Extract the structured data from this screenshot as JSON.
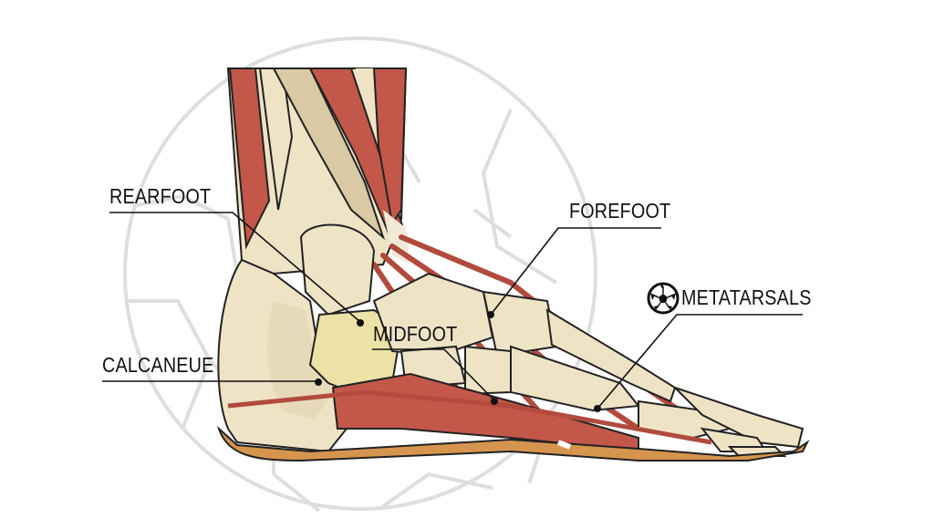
{
  "diagram": {
    "subject": "Lateral view of foot anatomy (bones, muscles, tendons) over a soccer-ball outline",
    "background_color": "#ffffff",
    "colors": {
      "bone": "#efe3c6",
      "bone_shadow": "#d9c9a4",
      "muscle": "#c2574a",
      "muscle_dark": "#9c3b31",
      "tendon": "#e8ddc6",
      "sole": "#d6954f",
      "highlight_region": "#ece2a6",
      "ball_outline": "#dcdcdc",
      "label_text": "#111111"
    },
    "labels": [
      {
        "id": "rearfoot",
        "text": "REARFOOT"
      },
      {
        "id": "forefoot",
        "text": "FOREFOOT"
      },
      {
        "id": "metatarsals",
        "text": "METATARSALS",
        "icon": "soccer-ball-icon"
      },
      {
        "id": "midfoot",
        "text": "MIDFOOT"
      },
      {
        "id": "calcaneue",
        "text": "CALCANEUE"
      }
    ]
  }
}
